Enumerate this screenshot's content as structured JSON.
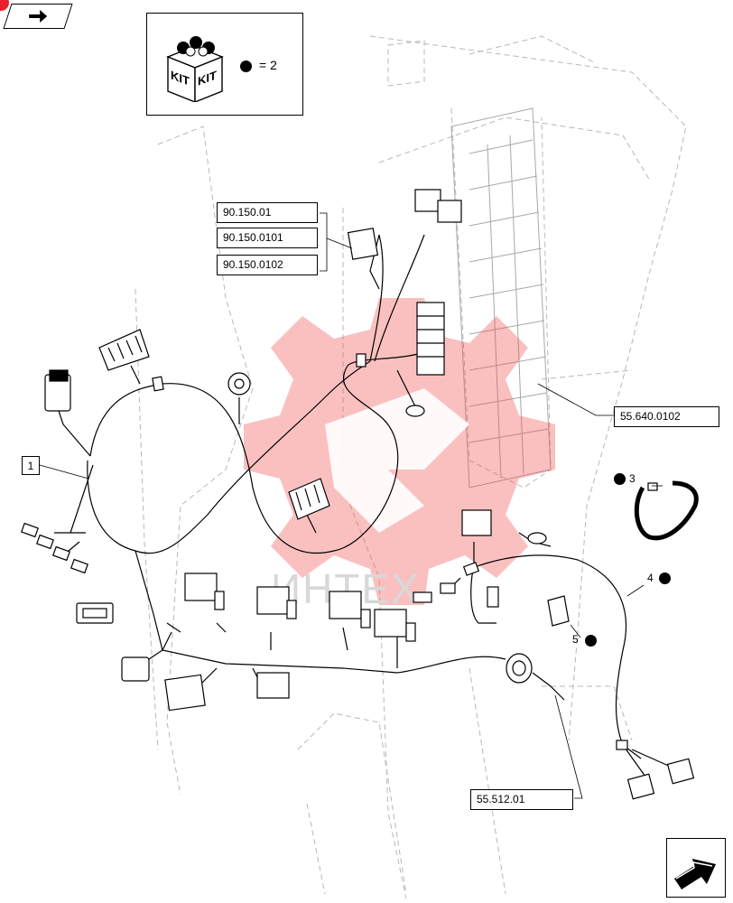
{
  "watermark": {
    "text": "ИНТЕХ",
    "color": "#f04a4a"
  },
  "kit": {
    "badge_left": "KIT",
    "badge_right": "KIT",
    "qty_label": "= 2"
  },
  "refs": {
    "r1": "90.150.01",
    "r2": "90.150.0101",
    "r3": "90.150.0102",
    "r4": "55.640.0102",
    "r5": "55.512.01"
  },
  "callouts": {
    "c1": "1",
    "c3": "3",
    "c4": "4",
    "c5": "5"
  },
  "nav": {
    "top_icon": "arrow-back-icon",
    "bottom_icon": "arrow-next-icon"
  }
}
